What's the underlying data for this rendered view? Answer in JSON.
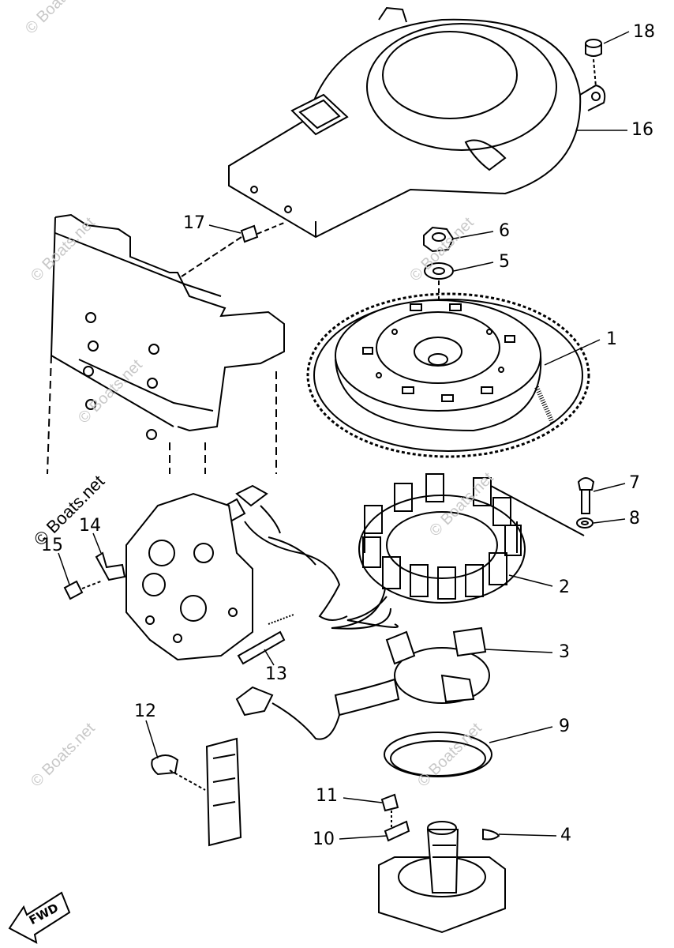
{
  "callouts": {
    "c1": "1",
    "c2": "2",
    "c3": "3",
    "c4": "4",
    "c5": "5",
    "c6": "6",
    "c7": "7",
    "c8": "8",
    "c9": "9",
    "c10": "10",
    "c11": "11",
    "c12": "12",
    "c13": "13",
    "c14": "14",
    "c15": "15",
    "c16": "16",
    "c17": "17",
    "c18": "18"
  },
  "watermark": {
    "main": "© Boats.net",
    "faint": "© Boats.net"
  },
  "direction_badge": "FWD",
  "colors": {
    "line": "#000000",
    "fill": "#ffffff",
    "watermark": "#c8c8c8"
  }
}
